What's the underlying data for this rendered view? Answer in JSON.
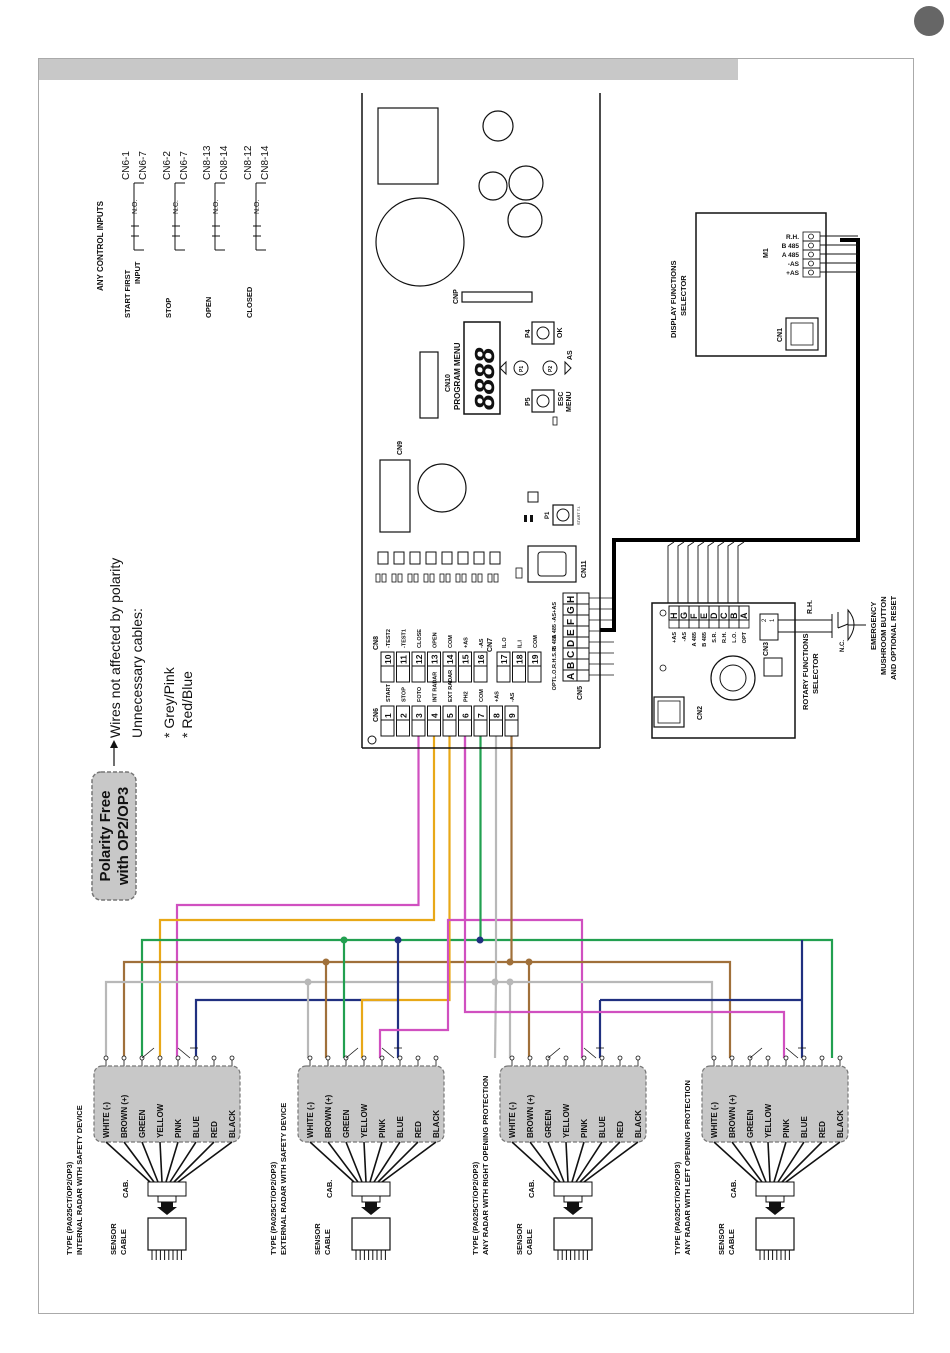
{
  "polarity": {
    "badge_line1": "Polarity Free",
    "badge_line2": "with OP2/OP3",
    "note1": "Wires not affected by polarity",
    "note2": "Unnecessary cables:",
    "item1": "* Grey/Pink",
    "item2": "* Red/Blue"
  },
  "control_inputs": {
    "title": "ANY CONTROL INPUTS",
    "rows": [
      {
        "label1": "START FIRST",
        "label2": "INPUT",
        "contact": "N.O.",
        "pin_a": "CN6-1",
        "pin_b": "CN6-7"
      },
      {
        "label1": "STOP",
        "label2": "",
        "contact": "N.C.",
        "pin_a": "CN6-2",
        "pin_b": "CN6-7"
      },
      {
        "label1": "OPEN",
        "label2": "",
        "contact": "N.O.",
        "pin_a": "CN8-13",
        "pin_b": "CN8-14"
      },
      {
        "label1": "CLOSED",
        "label2": "",
        "contact": "N.O.",
        "pin_a": "CN8-12",
        "pin_b": "CN8-14"
      }
    ]
  },
  "board": {
    "cnp": "CNP",
    "cn10": "CN10",
    "program_menu": "PROGRAM MENU",
    "display": "8888",
    "cn9": "CN9",
    "p4": "P4",
    "ok": "OK",
    "p5": "P5",
    "esc": "ESC",
    "menu": "MENU",
    "as": "AS",
    "p1b": "P1",
    "p2b": "P2",
    "p1": "P1",
    "start_ti": "START T.I.",
    "cn11": "CN11",
    "cn8": "CN8",
    "cn6": "CN6",
    "cn7": "CN7",
    "cn5": "CN5"
  },
  "cn8_terms": [
    {
      "num": "10",
      "label": "-TEST2"
    },
    {
      "num": "11",
      "label": "-TEST1"
    },
    {
      "num": "12",
      "label": "CLOSE"
    },
    {
      "num": "13",
      "label": "OPEN"
    },
    {
      "num": "14",
      "label": "COM"
    },
    {
      "num": "15",
      "label": "+AS"
    },
    {
      "num": "16",
      "label": "-AS"
    }
  ],
  "cn7_terms": [
    {
      "num": "17",
      "label": "IL.O"
    },
    {
      "num": "18",
      "label": "IL.I"
    },
    {
      "num": "19",
      "label": "COM"
    }
  ],
  "cn6_terms": [
    {
      "num": "1",
      "label": "START"
    },
    {
      "num": "2",
      "label": "STOP"
    },
    {
      "num": "3",
      "label": "FOTO"
    },
    {
      "num": "4",
      "label": "INT RADAR"
    },
    {
      "num": "5",
      "label": "EXT RADAR"
    },
    {
      "num": "6",
      "label": "PH2"
    },
    {
      "num": "7",
      "label": "COM"
    },
    {
      "num": "8",
      "label": "+AS"
    },
    {
      "num": "9",
      "label": "-AS"
    }
  ],
  "cn5_terms": [
    {
      "letter": "A",
      "label": "OPT"
    },
    {
      "letter": "B",
      "label": "L.O."
    },
    {
      "letter": "C",
      "label": "R.H."
    },
    {
      "letter": "D",
      "label": "S.R."
    },
    {
      "letter": "E",
      "label": "B 485"
    },
    {
      "letter": "F",
      "label": "A 485"
    },
    {
      "letter": "G",
      "label": "-AS"
    },
    {
      "letter": "H",
      "label": "+AS"
    }
  ],
  "display_selector": {
    "title1": "DISPLAY FUNCTIONS",
    "title2": "SELECTOR",
    "m1": "M1",
    "cn1": "CN1",
    "terms": [
      "R.H.",
      "B 485",
      "A 485",
      "-AS",
      "+AS"
    ]
  },
  "rotary_selector": {
    "title1": "ROTARY FUNCTIONS",
    "title2": "SELECTOR",
    "cn2": "CN2",
    "cn3": "CN3",
    "pin2": "2",
    "pin1": "1",
    "rh": "R.H.",
    "nc": "N.C.",
    "terms": [
      {
        "letter": "H",
        "label": "+AS"
      },
      {
        "letter": "G",
        "label": "-AS"
      },
      {
        "letter": "F",
        "label": "A 485"
      },
      {
        "letter": "E",
        "label": "B 485"
      },
      {
        "letter": "D",
        "label": "S.R."
      },
      {
        "letter": "C",
        "label": "R.H."
      },
      {
        "letter": "B",
        "label": "L.O."
      },
      {
        "letter": "A",
        "label": "OPT"
      }
    ]
  },
  "emergency": {
    "line1": "EMERGENCY",
    "line2": "MUSHROOM BUTTON",
    "line3": "AND OPTIONAL RESET"
  },
  "wire_names": [
    "WHITE (-)",
    "BROWN (+)",
    "GREEN",
    "YELLOW",
    "PINK",
    "BLUE",
    "RED",
    "BLACK"
  ],
  "sensors": [
    {
      "type": "TYPE (PA025CT/OP2/OP3)",
      "desc": "INTERNAL RADAR WITH SAFETY DEVICE",
      "cab": "CAB.",
      "sensor1": "SENSOR",
      "sensor2": "CABLE"
    },
    {
      "type": "TYPE (PA025CT/OP2/OP3)",
      "desc": "EXTERNAL RADAR WITH SAFETY DEVICE",
      "cab": "CAB.",
      "sensor1": "SENSOR",
      "sensor2": "CABLE"
    },
    {
      "type": "TYPE (PA025CT/OP2/OP3)",
      "desc": "ANY RADAR WITH RIGHT OPENING PROTECTION",
      "cab": "CAB.",
      "sensor1": "SENSOR",
      "sensor2": "CABLE"
    },
    {
      "type": "TYPE (PA025CT/OP2/OP3)",
      "desc": "ANY RADAR WITH LEFT OPENING PROTECTION",
      "cab": "CAB.",
      "sensor1": "SENSOR",
      "sensor2": "CABLE"
    }
  ],
  "colors": {
    "white": "#b8b8b8",
    "brown": "#a0703a",
    "green": "#22a050",
    "yellow": "#e8a818",
    "pink": "#d050c0",
    "blue": "#203080",
    "bus": "#000000"
  }
}
